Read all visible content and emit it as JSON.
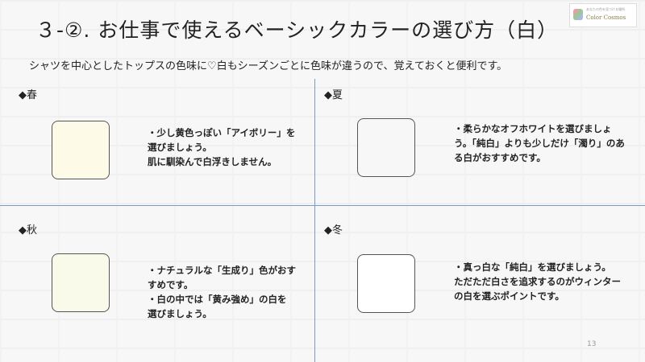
{
  "slide": {
    "title": "３-②. お仕事で使えるベーシックカラーの選び方（白）",
    "subtitle": "シャツを中心としたトップスの色味に♡白もシーズンごとに色味が違うので、覚えておくと便利です。",
    "logo": {
      "tagline": "あなたの色を見つける場所",
      "brand": "Color Cosmos"
    },
    "page_number": "13",
    "seasons": [
      {
        "label": "◆春",
        "swatch_color": "#fdfbe8",
        "lines": [
          "・少し黄色っぽい「アイボリー」を",
          "選びましょう。",
          "肌に馴染んで白浮きしません。"
        ]
      },
      {
        "label": "◆夏",
        "swatch_color": "#f7f7f7",
        "lines": [
          "・柔らかなオフホワイトを選びましょ",
          "う。「純白」よりも少しだけ「濁り」のあ",
          "る白がおすすめです。"
        ]
      },
      {
        "label": "◆秋",
        "swatch_color": "#fafaea",
        "lines": [
          "・ナチュラルな「生成り」色がおす",
          "すめです。",
          "・白の中では「黄み強め」の白を",
          "選びましょう。"
        ]
      },
      {
        "label": "◆冬",
        "swatch_color": "#ffffff",
        "lines": [
          "・真っ白な「純白」を選びましょう。",
          "ただただ白さを追求するのがウィンター",
          "の白を選ぶポイントです。"
        ]
      }
    ]
  },
  "colors": {
    "divider": "#7a9cc4",
    "text": "#222222"
  }
}
